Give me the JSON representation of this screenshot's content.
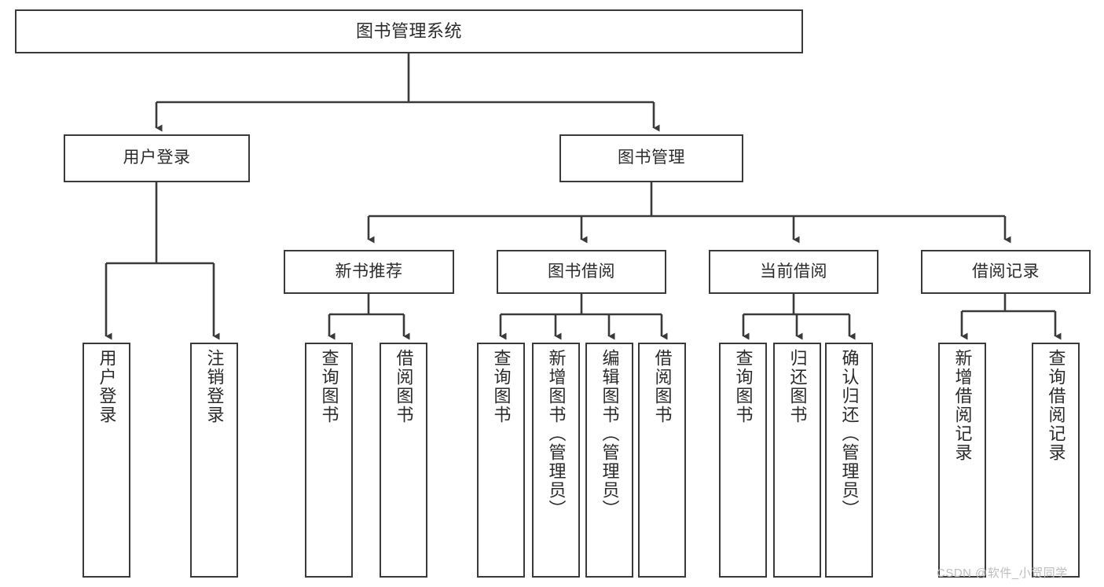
{
  "diagram": {
    "title": "图书管理系统",
    "type": "tree",
    "orientation": "top-down",
    "colors": {
      "background": "#ffffff",
      "node_border": "#3a3a3a",
      "node_fill": "#ffffff",
      "text": "#2b2b2b",
      "connector": "#3a3a3a",
      "watermark": "#bdbdbd"
    },
    "nodes": {
      "root": {
        "label": "图书管理系统"
      },
      "level2": [
        {
          "label": "用户登录"
        },
        {
          "label": "图书管理"
        }
      ],
      "level3": [
        {
          "label": "新书推荐"
        },
        {
          "label": "图书借阅"
        },
        {
          "label": "当前借阅"
        },
        {
          "label": "借阅记录"
        }
      ],
      "leaves": {
        "user_login": [
          {
            "label": "用户登录"
          },
          {
            "label": "注销登录"
          }
        ],
        "new_book_recommend": [
          {
            "label": "查询图书"
          },
          {
            "label": "借阅图书"
          }
        ],
        "book_borrow": [
          {
            "label": "查询图书"
          },
          {
            "label": "新增图书（管理员）"
          },
          {
            "label": "编辑图书（管理员）"
          },
          {
            "label": "借阅图书"
          }
        ],
        "current_borrow": [
          {
            "label": "查询图书"
          },
          {
            "label": "归还图书"
          },
          {
            "label": "确认归还（管理员）"
          }
        ],
        "borrow_record": [
          {
            "label": "新增借阅记录"
          },
          {
            "label": "查询借阅记录"
          }
        ]
      }
    },
    "watermark": "CSDN @软件_小贺同学"
  }
}
